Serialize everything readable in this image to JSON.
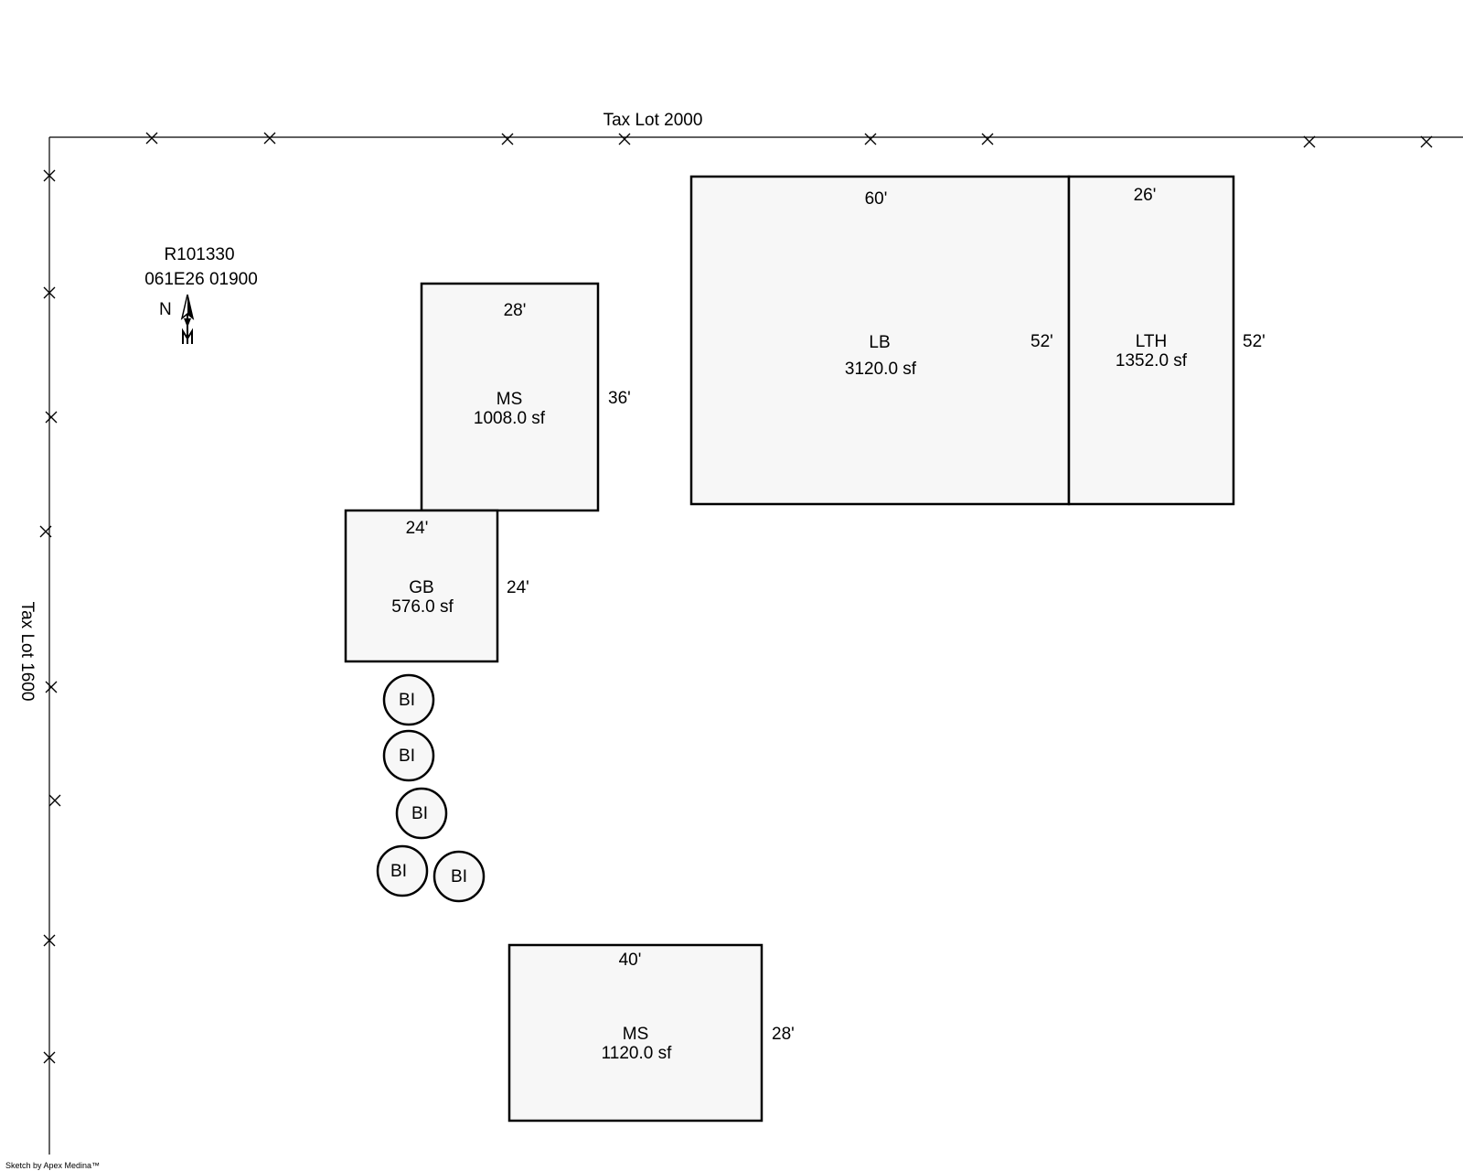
{
  "property": {
    "account": "R101330",
    "map_taxlot": "061E26 01900",
    "north_label": "N"
  },
  "neighbors": {
    "top": "Tax Lot 2000",
    "left": "Tax Lot 1600"
  },
  "buildings": {
    "ms_upper": {
      "code": "MS",
      "area": "1008.0 sf",
      "width": "28'",
      "depth": "36'"
    },
    "gb": {
      "code": "GB",
      "area": "576.0 sf",
      "width": "24'",
      "depth": "24'"
    },
    "lb": {
      "code": "LB",
      "area": "3120.0 sf",
      "width": "60'",
      "depth": "52'"
    },
    "lth": {
      "code": "LTH",
      "area": "1352.0 sf",
      "width": "26'",
      "depth": "52'"
    },
    "ms_lower": {
      "code": "MS",
      "area": "1120.0 sf",
      "width": "40'",
      "depth": "28'"
    }
  },
  "bins": [
    {
      "code": "BI"
    },
    {
      "code": "BI"
    },
    {
      "code": "BI"
    },
    {
      "code": "BI"
    },
    {
      "code": "BI"
    }
  ],
  "credit": "Sketch by Apex Medina™"
}
